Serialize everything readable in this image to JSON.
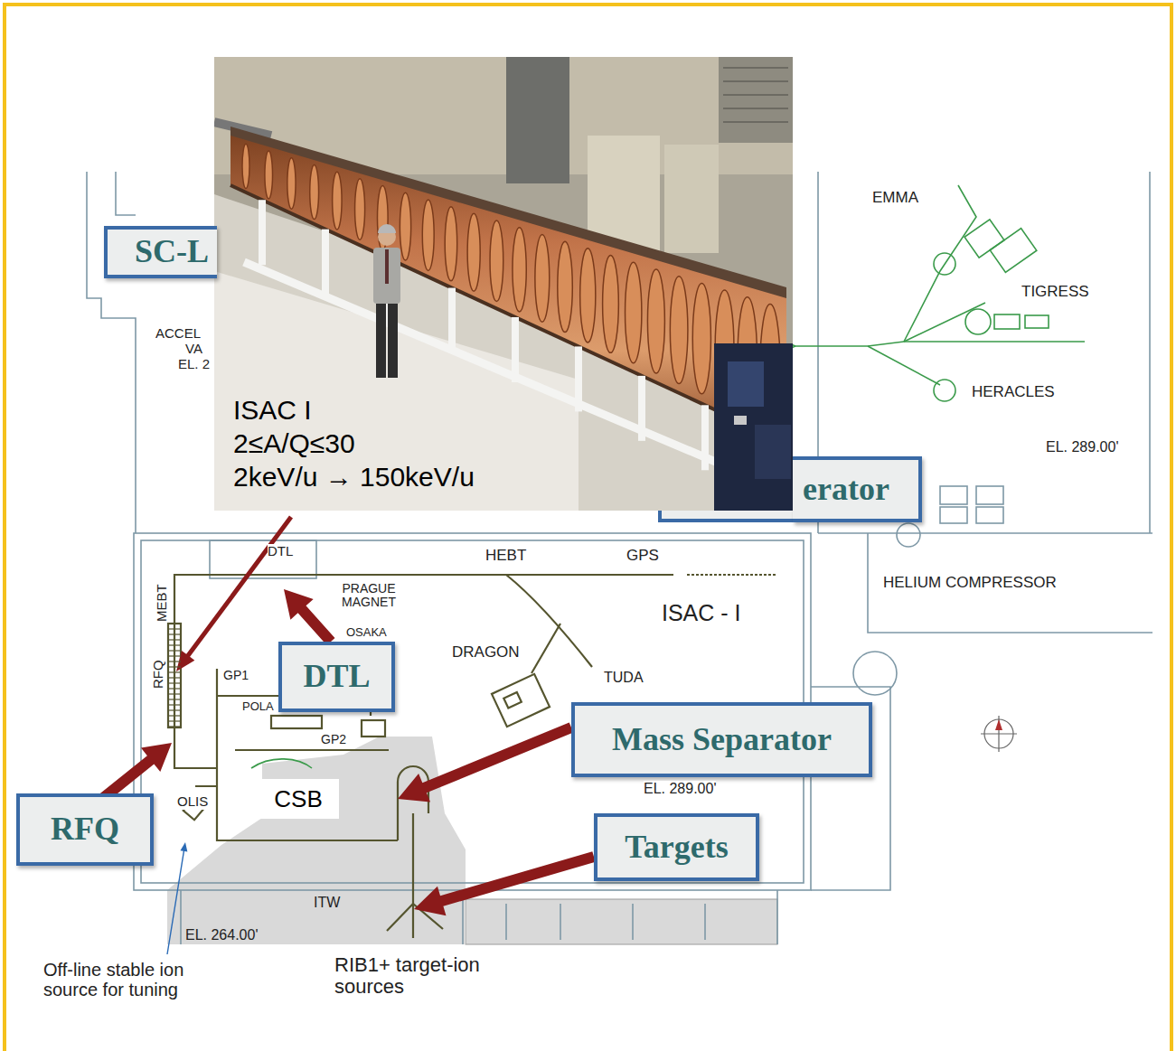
{
  "diagram": {
    "nodes": [
      {
        "text": [
          "SC-L"
        ]
      },
      {
        "text": [
          "erator"
        ]
      },
      {
        "text": [
          "DTL"
        ]
      },
      {
        "text": [
          "Mass Separator"
        ]
      },
      {
        "text": [
          "Targets"
        ]
      },
      {
        "text": [
          "RFQ"
        ]
      },
      {
        "text": [
          "CSB"
        ]
      }
    ],
    "labels": [
      "EMMA",
      "TIGRESS",
      "HERACLES",
      "ACCEL",
      "VA",
      "EL. 2",
      "EL. 289.00'",
      "ISAC I",
      "2≤A/Q≤30",
      "2keV/u → 150keV/u",
      "DTL",
      "HEBT",
      "GPS",
      "HELIUM COMPRESSOR",
      "MEBT",
      "PRAGUE MAGNET",
      "ISAC - I",
      "OSAKA",
      "DRAGON",
      "TUDA",
      "RFQ",
      "GP1",
      "POLA",
      "GP2",
      "EL. 289.00'",
      "OLIS",
      "ITW",
      "EL. 264.00'",
      "Off-line stable ion source for tuning",
      "RIB1+ target-ion sources"
    ]
  }
}
